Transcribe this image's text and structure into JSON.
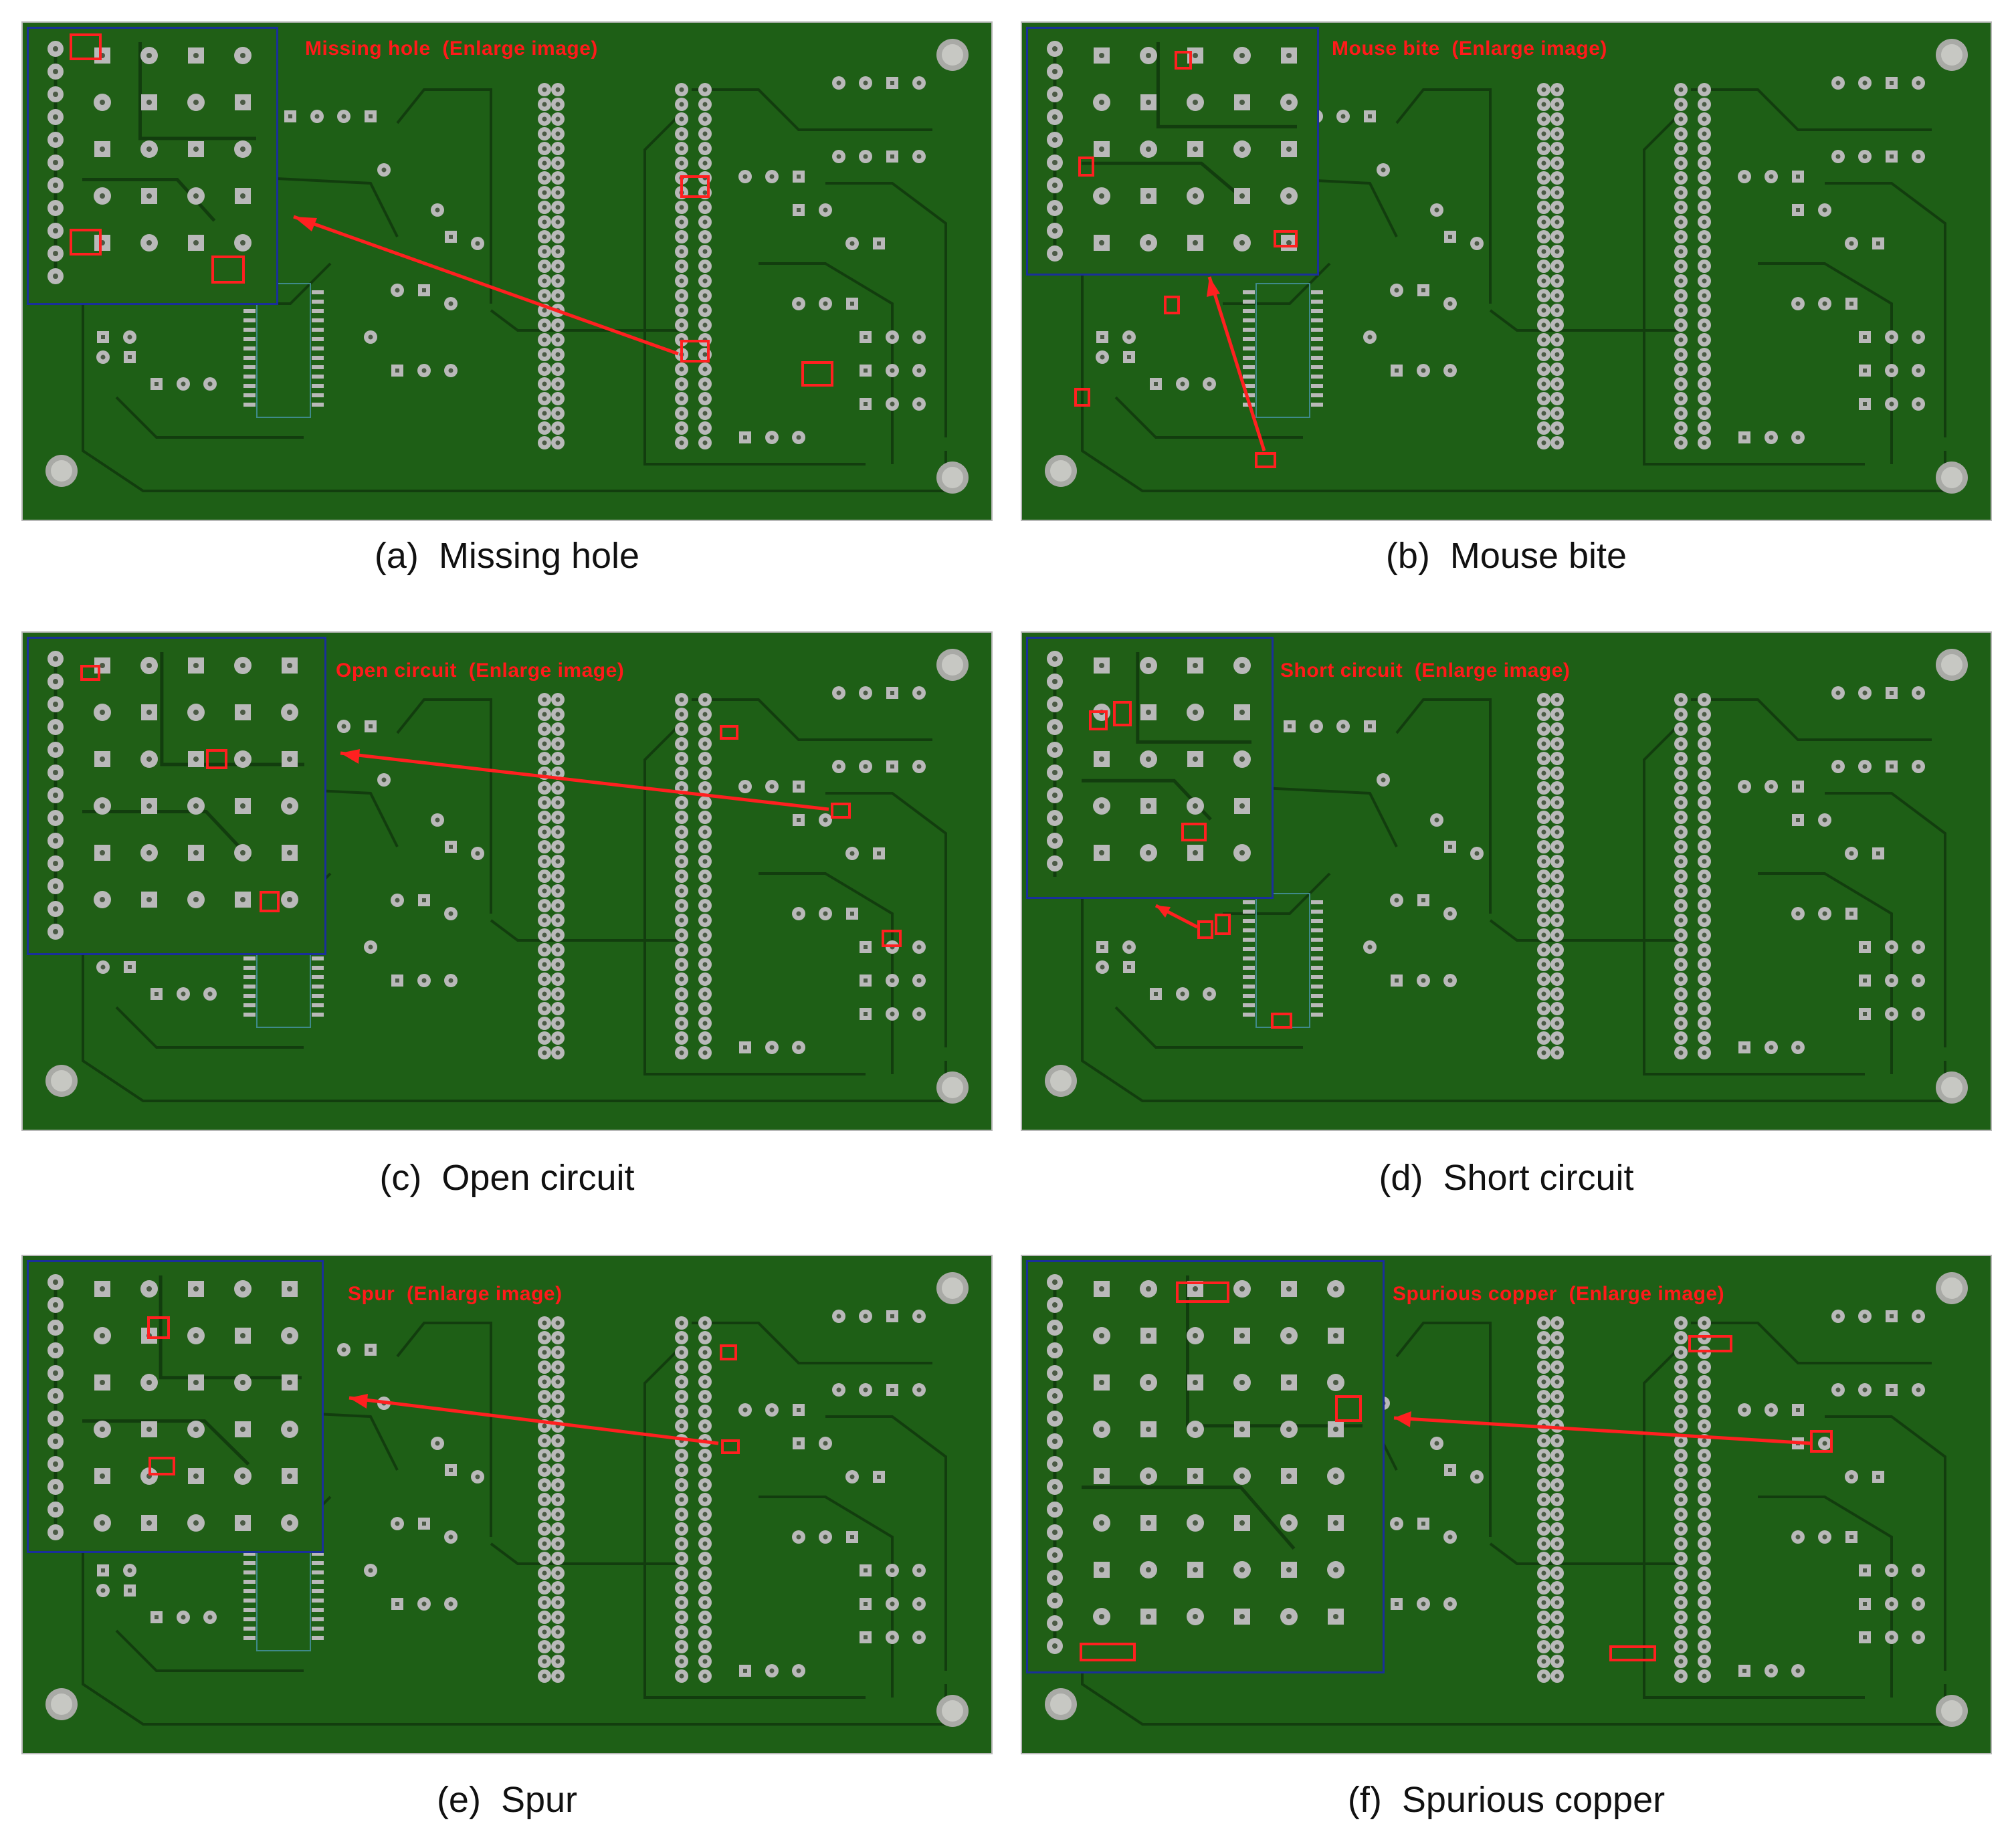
{
  "panels": [
    {
      "letter": "(a)",
      "name": "Missing hole",
      "enlarge_label": "Missing hole  (Enlarge image)"
    },
    {
      "letter": "(b)",
      "name": "Mouse bite",
      "enlarge_label": "Mouse bite  (Enlarge image)"
    },
    {
      "letter": "(c)",
      "name": "Open circuit",
      "enlarge_label": "Open circuit  (Enlarge image)"
    },
    {
      "letter": "(d)",
      "name": "Short circuit",
      "enlarge_label": "Short circuit  (Enlarge image)"
    },
    {
      "letter": "(e)",
      "name": "Spur",
      "enlarge_label": "Spur  (Enlarge image)"
    },
    {
      "letter": "(f)",
      "name": "Spurious copper",
      "enlarge_label": "Spurious copper  (Enlarge image)"
    }
  ],
  "colors": {
    "board": "#1e5f16",
    "trace": "#123d0e",
    "pad": "#b9b9b9",
    "defect_box": "#ff2020",
    "zoom_border": "#1a2f9a"
  }
}
